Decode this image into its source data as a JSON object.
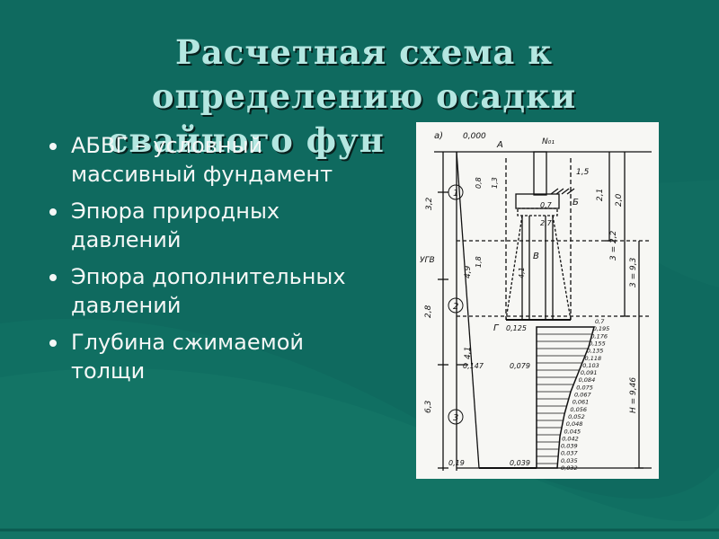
{
  "slide": {
    "title_lines": [
      "Расчетная схема к",
      "определению осадки",
      "свайного фун"
    ],
    "bullets": [
      "АБВГ – условный массивный фундамент",
      "Эпюра природных давлений",
      "Эпюра дополнительных давлений",
      "Глубина сжимаемой толщи"
    ],
    "colors": {
      "background": "#0f6a5f",
      "title": "#b4e7e1",
      "text": "#f4f7f6",
      "figure_bg": "#f7f7f4"
    }
  },
  "diagram": {
    "panel_label": "а)",
    "top_mark": "0,000",
    "load_label": "N₀₁",
    "point_labels": {
      "a": "А",
      "b": "Б",
      "v": "В",
      "g": "Г"
    },
    "dim_1_5": "1,5",
    "dim_2_7": "2,7",
    "dim_0_7": "0,7",
    "gwl": "УГВ",
    "layers": [
      "1",
      "2",
      "3"
    ],
    "left_dims": [
      "3,2",
      "4,9",
      "4,1",
      "2,8",
      "6,3"
    ],
    "mid_dims": [
      "1,8",
      "0,8",
      "1,3",
      "4,1"
    ],
    "right_dims": [
      "2,1",
      "2,0",
      "3 = 2,2",
      "3 = 9,3",
      "H = 9,46"
    ],
    "natural_values": [
      "0,125",
      "0,147",
      "0,079",
      "0,19",
      "0,039"
    ],
    "additional_values": [
      "0,7",
      "0,195",
      "0,176",
      "0,155",
      "0,135",
      "0,118",
      "0,103",
      "0,091",
      "0,084",
      "0,075",
      "0,067",
      "0,061",
      "0,056",
      "0,052",
      "0,048",
      "0,045",
      "0,042",
      "0,039",
      "0,037",
      "0,035",
      "0,032"
    ]
  }
}
